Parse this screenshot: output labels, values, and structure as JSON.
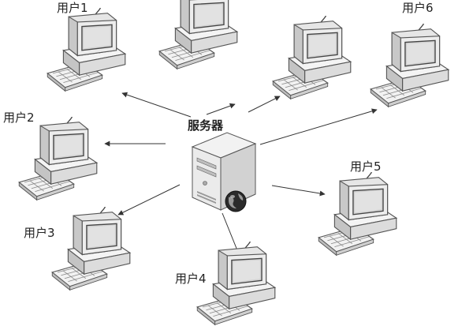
{
  "server": {
    "label": "服务器"
  },
  "users": [
    {
      "id": "u1",
      "label": "用户1"
    },
    {
      "id": "u2",
      "label": "用户2"
    },
    {
      "id": "u3",
      "label": "用户3"
    },
    {
      "id": "u4",
      "label": "用户4"
    },
    {
      "id": "u5",
      "label": "用户5"
    },
    {
      "id": "u6",
      "label": "用户6"
    },
    {
      "id": "u7",
      "label": ""
    }
  ],
  "colors": {
    "line": "#333333",
    "monitor": "#e8e8e8",
    "screen": "#d4d4d4",
    "outline": "#555555"
  },
  "icons": {
    "computer": "desktop-computer-icon",
    "server": "server-tower-icon",
    "globe": "globe-icon"
  }
}
